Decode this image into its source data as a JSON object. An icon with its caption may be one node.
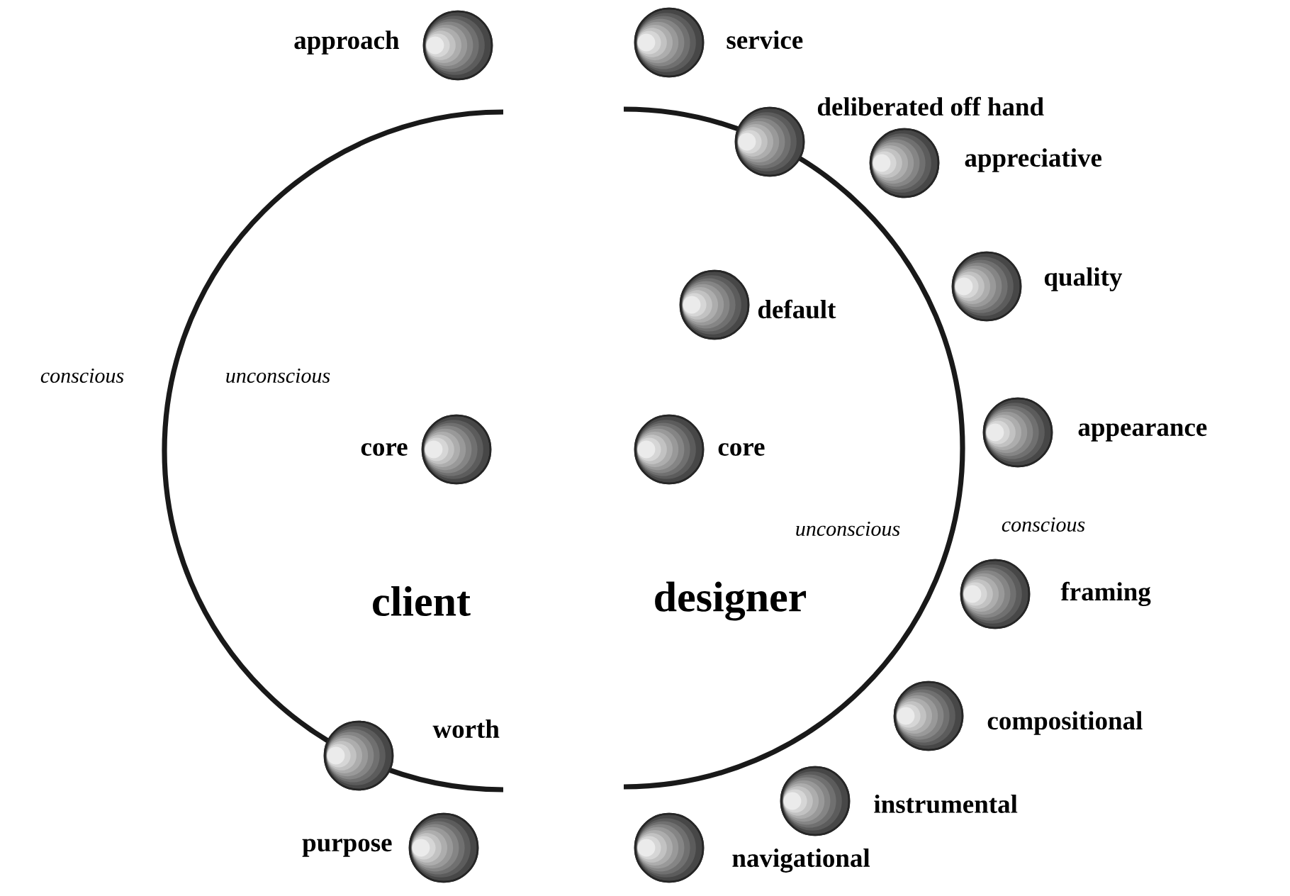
{
  "diagram": {
    "nodes": [
      {
        "text": [],
        "shape": "circle",
        "beside": [
          "approach"
        ]
      },
      {
        "text": [],
        "shape": "circle",
        "beside": [
          "service"
        ]
      },
      {
        "text": [],
        "shape": "circle",
        "beside": [
          "deliberated off hand"
        ]
      },
      {
        "text": [],
        "shape": "circle",
        "beside": [
          "appreciative"
        ]
      },
      {
        "text": [],
        "shape": "circle",
        "beside": [
          "default"
        ]
      },
      {
        "text": [],
        "shape": "circle",
        "beside": [
          "quality"
        ]
      },
      {
        "text": [],
        "shape": "circle",
        "beside": [
          "core"
        ]
      },
      {
        "text": [],
        "shape": "circle",
        "beside": [
          "core"
        ]
      },
      {
        "text": [],
        "shape": "circle",
        "beside": [
          "appearance"
        ]
      },
      {
        "text": [],
        "shape": "circle",
        "beside": [
          "framing"
        ]
      },
      {
        "text": [],
        "shape": "circle",
        "beside": [
          "worth"
        ]
      },
      {
        "text": [],
        "shape": "circle",
        "beside": [
          "compositional"
        ]
      },
      {
        "text": [],
        "shape": "circle",
        "beside": [
          "instrumental"
        ]
      },
      {
        "text": [],
        "shape": "circle",
        "beside": [
          "purpose"
        ]
      },
      {
        "text": [],
        "shape": "circle",
        "beside": [
          "navigational"
        ]
      }
    ],
    "labels": [
      "conscious",
      "unconscious",
      "unconscious",
      "conscious",
      "client",
      "designer"
    ]
  }
}
